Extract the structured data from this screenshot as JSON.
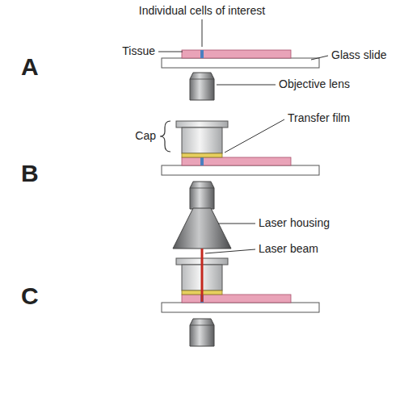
{
  "diagram": {
    "labels": [
      "Individual cells of interest",
      "A",
      "Tissue",
      "Glass slide",
      "Objective lens",
      "B",
      "Cap",
      "Transfer film",
      "C",
      "Laser housing",
      "Laser beam"
    ]
  }
}
